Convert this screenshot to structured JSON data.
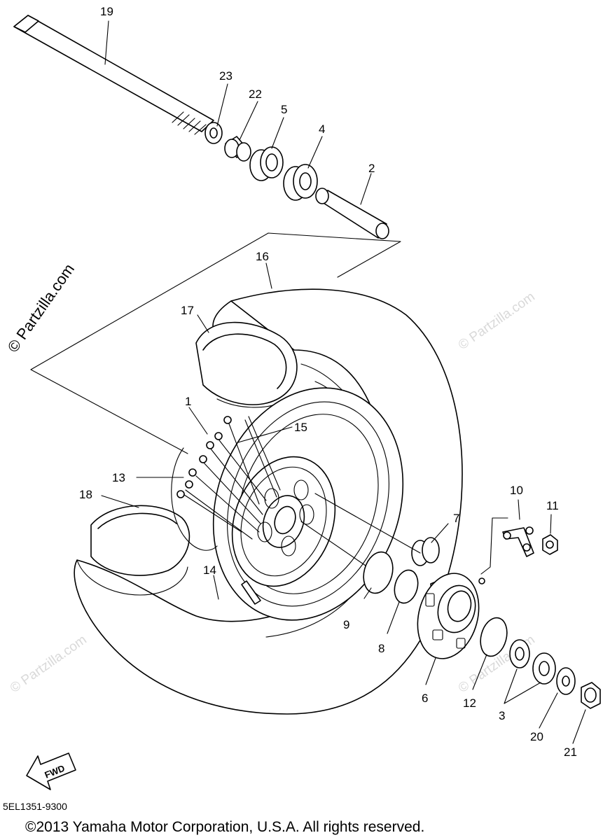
{
  "watermark_side": "© Partzilla.com",
  "watermark_repeat": "© Partzilla.com",
  "fwd_label": "FWD",
  "drawing_code": "5EL1351-9300",
  "copyright": "©2013 Yamaha Motor Corporation, U.S.A. All rights reserved.",
  "callouts": {
    "c1": "1",
    "c2": "2",
    "c3": "3",
    "c4": "4",
    "c5": "5",
    "c6": "6",
    "c7": "7",
    "c8": "8",
    "c9": "9",
    "c10": "10",
    "c11": "11",
    "c12": "12",
    "c13": "13",
    "c14": "14",
    "c15": "15",
    "c16": "16",
    "c17": "17",
    "c18": "18",
    "c19": "19",
    "c20": "20",
    "c21": "21",
    "c22": "22",
    "c23": "23"
  },
  "colors": {
    "line": "#000000",
    "watermark": "#d9d9d9",
    "background": "#ffffff"
  }
}
